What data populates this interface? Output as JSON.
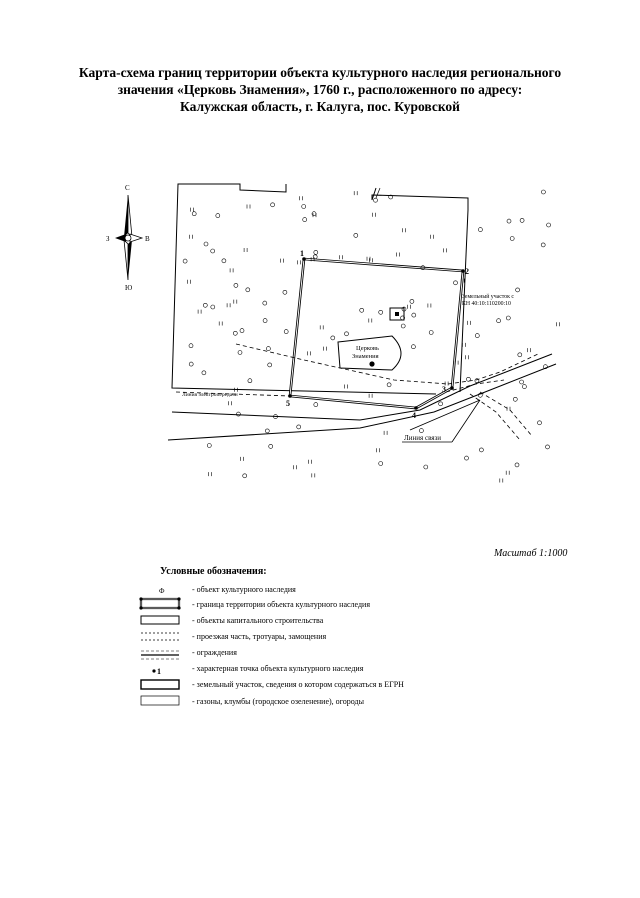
{
  "title": {
    "line1": "Карта-схема границ территории объекта культурного наследия  регионального",
    "line2": "значения «Церковь Знамения», 1760 г., расположенного по адресу:",
    "line3": "Калужская область, г. Калуга, пос. Куровской"
  },
  "compass": {
    "north": "С",
    "south": "Ю",
    "west": "З",
    "east": "В"
  },
  "map_labels": {
    "church_line1": "Церковь",
    "church_line2": "Знамения",
    "parcel_line1": "Земельный участок с",
    "parcel_line2": "КН 40:10:110200:10",
    "line_power": "Линия связи",
    "line_small": "Линия электропередачи"
  },
  "points": [
    {
      "number": "1"
    },
    {
      "number": "2"
    },
    {
      "number": "3"
    },
    {
      "number": "4"
    },
    {
      "number": "5"
    }
  ],
  "scale": "Масштаб 1:1000",
  "legend": {
    "title": "Условные обозначения:",
    "items": [
      {
        "symbol": "Ф",
        "text": "- объект культурного наследия"
      },
      {
        "symbol": "",
        "text": "- граница территории объекта культурного наследия"
      },
      {
        "symbol": "",
        "text": "- объекты капитального строительства"
      },
      {
        "symbol": "",
        "text": "- проезжая часть, тротуары, замощения"
      },
      {
        "symbol": "",
        "text": "- ограждения"
      },
      {
        "symbol": "1",
        "text": "- характерная точка объекта культурного наследия"
      },
      {
        "symbol": "",
        "text": "- земельный участок, сведения о котором содержаться в ЕГРН"
      },
      {
        "symbol": "",
        "text": "- газоны, клумбы (городское озеленение), огороды"
      }
    ]
  }
}
